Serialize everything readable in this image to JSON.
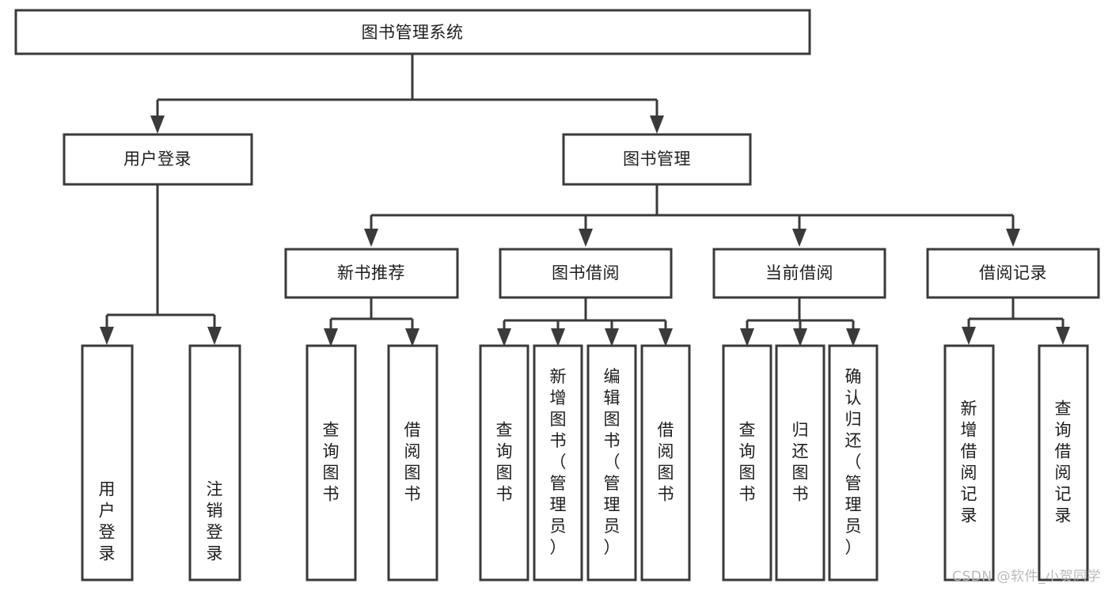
{
  "diagram": {
    "title": "图书管理系统",
    "type": "hierarchy-tree",
    "watermark": "CSDN @软件_小贺同学",
    "colors": {
      "stroke": "#3a3a3a",
      "box_fill": "#ffffff",
      "text": "#1d1d1d",
      "background": "#ffffff",
      "watermark": "#b9b9b9"
    },
    "root": {
      "label": "图书管理系统"
    },
    "level2": [
      {
        "label": "用户登录"
      },
      {
        "label": "图书管理"
      }
    ],
    "level3": [
      {
        "label": "新书推荐"
      },
      {
        "label": "图书借阅"
      },
      {
        "label": "当前借阅"
      },
      {
        "label": "借阅记录"
      }
    ],
    "leaves": {
      "user_login": [
        {
          "label": "用户登录"
        },
        {
          "label": "注销登录"
        }
      ],
      "new_book_recommend": [
        {
          "label": "查询图书"
        },
        {
          "label": "借阅图书"
        }
      ],
      "book_borrow": [
        {
          "label": "查询图书"
        },
        {
          "label": "新增图书（管理员）"
        },
        {
          "label": "编辑图书（管理员）"
        },
        {
          "label": "借阅图书"
        }
      ],
      "current_borrow": [
        {
          "label": "查询图书"
        },
        {
          "label": "归还图书"
        },
        {
          "label": "确认归还（管理员）"
        }
      ],
      "borrow_records": [
        {
          "label": "新增借阅记录"
        },
        {
          "label": "查询借阅记录"
        }
      ]
    }
  }
}
